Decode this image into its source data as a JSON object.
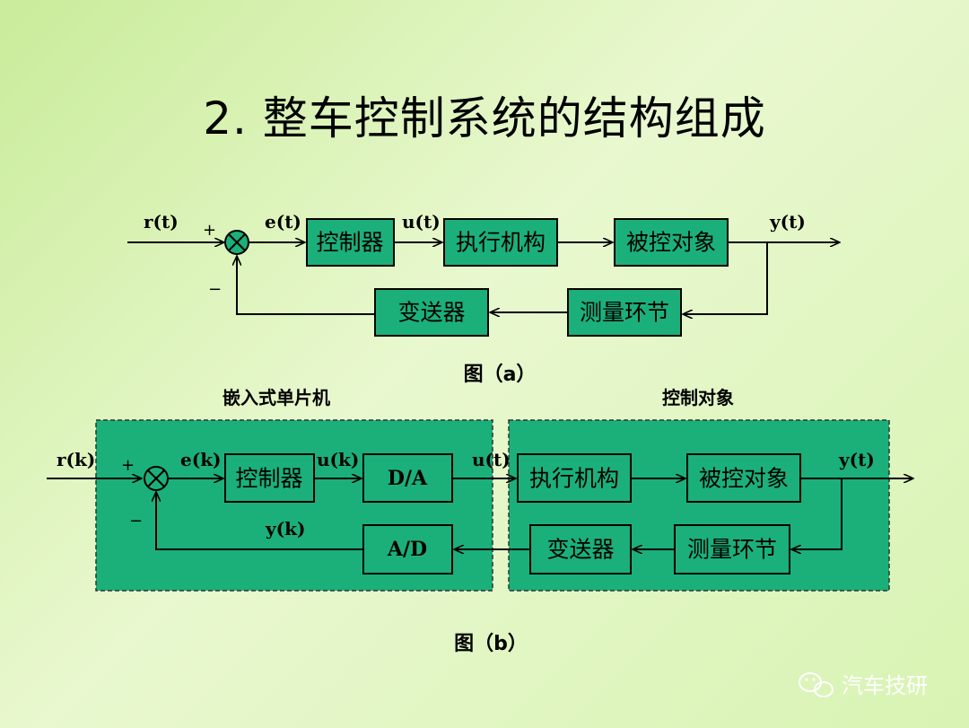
{
  "title": "2.  整车控制系统的结构组成",
  "diagram_a": {
    "blocks": {
      "controller": "控制器",
      "actuator": "执行机构",
      "plant": "被控对象",
      "transmitter": "变送器",
      "measurement": "测量环节"
    },
    "signals": {
      "input": "r(t)",
      "error": "e(t)",
      "control": "u(t)",
      "output": "y(t)"
    },
    "signs": {
      "plus": "+",
      "minus": "−"
    },
    "caption": "图（a）"
  },
  "diagram_b": {
    "group_left_label": "嵌入式单片机",
    "group_right_label": "控制对象",
    "blocks": {
      "controller": "控制器",
      "da": "D/A",
      "ad": "A/D",
      "actuator": "执行机构",
      "plant": "被控对象",
      "transmitter": "变送器",
      "measurement": "测量环节"
    },
    "signals": {
      "input": "r(k)",
      "error": "e(k)",
      "control_digital": "u(k)",
      "control_analog": "u(t)",
      "output": "y(t)",
      "feedback": "y(k)"
    },
    "signs": {
      "plus": "+",
      "minus": "−"
    },
    "caption": "图（b）"
  },
  "watermark": {
    "text": "汽车技研",
    "icon": "wechat-icon"
  }
}
